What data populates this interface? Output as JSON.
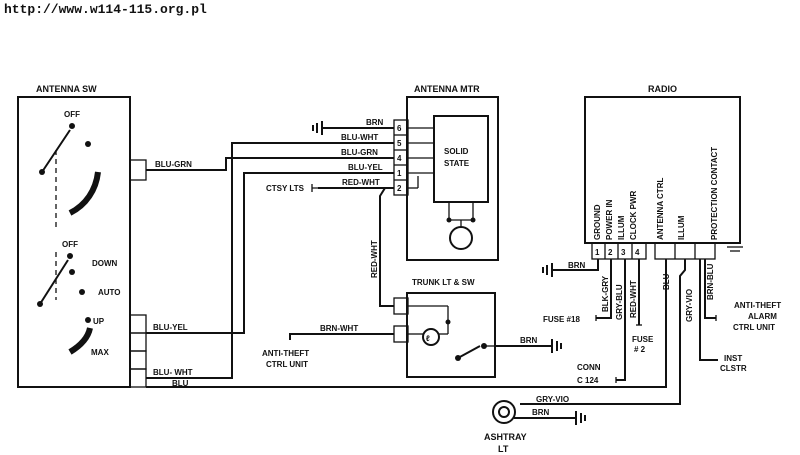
{
  "url": "http://www.w114-115.org.pl",
  "antenna_sw": {
    "title": "ANTENNA SW",
    "positions": [
      "OFF",
      "OFF",
      "DOWN",
      "AUTO",
      "UP",
      "MAX"
    ]
  },
  "antenna_mtr": {
    "title": "ANTENNA MTR",
    "pins": [
      "6",
      "5",
      "4",
      "1",
      "2"
    ],
    "module_label": [
      "SOLID",
      "STATE"
    ]
  },
  "radio": {
    "title": "RADIO",
    "pins": [
      "1",
      "2",
      "3",
      "4"
    ],
    "functions": [
      "GROUND",
      "POWER IN",
      "ILLUM",
      "CLOCK PWR",
      "ANTENNA CTRL",
      "ILLUM",
      "PROTECTION CONTACT"
    ]
  },
  "trunk": {
    "title": "TRUNK LT & SW"
  },
  "wires": {
    "mtr_brn": "BRN",
    "mtr_blu_wht": "BLU-WHT",
    "mtr_blu_grn": "BLU-GRN",
    "mtr_blu_yel": "BLU-YEL",
    "mtr_red_wht": "RED-WHT",
    "sw_blu_grn": "BLU-GRN",
    "sw_blu_yel": "BLU-YEL",
    "sw_blu_wht": "BLU- WHT",
    "sw_blu": "BLU",
    "red_wht_vertical": "RED-WHT",
    "brn_wht": "BRN-WHT",
    "trunk_brn": "BRN",
    "radio_brn": "BRN",
    "blk_gry": "BLK-GRY",
    "gry_blu": "GRY-BLU",
    "red_wht_radio": "RED-WHT",
    "blu_radio": "BLU",
    "gry_vio_radio": "GRY-VIO",
    "brn_blu": "BRN-BLU",
    "ashtray_gry_vio": "GRY-VIO",
    "ashtray_brn": "BRN"
  },
  "labels": {
    "ctsy_lts": "CTSY LTS",
    "anti_theft_ctrl": [
      "ANTI-THEFT",
      "CTRL UNIT"
    ],
    "anti_theft_alarm": [
      "ANTI-THEFT",
      "ALARM",
      "CTRL UNIT"
    ],
    "fuse_18": "FUSE #18",
    "fuse_2": [
      "FUSE",
      "# 2"
    ],
    "conn": [
      "CONN",
      "C 124"
    ],
    "inst_clstr": [
      "INST",
      "CLSTR"
    ],
    "ashtray": [
      "ASHTRAY",
      "LT"
    ]
  }
}
